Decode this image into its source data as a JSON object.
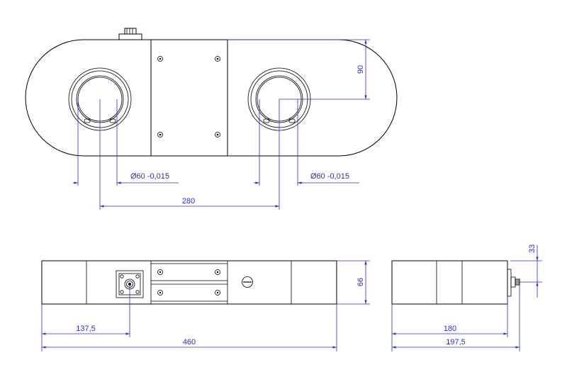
{
  "drawing": {
    "views": [
      "top-view",
      "front-view",
      "side-view"
    ]
  },
  "dimensions": {
    "height_90": "90",
    "bore_left": "Ø60  -0,015",
    "bore_right": "Ø60  -0,015",
    "center_distance": "280",
    "offset_137": "137,5",
    "length_460": "460",
    "height_66": "66",
    "side_33": "33",
    "side_180": "180",
    "side_197": "197,5"
  },
  "colors": {
    "dimension": "#2b2bd8",
    "outline": "#000000"
  }
}
